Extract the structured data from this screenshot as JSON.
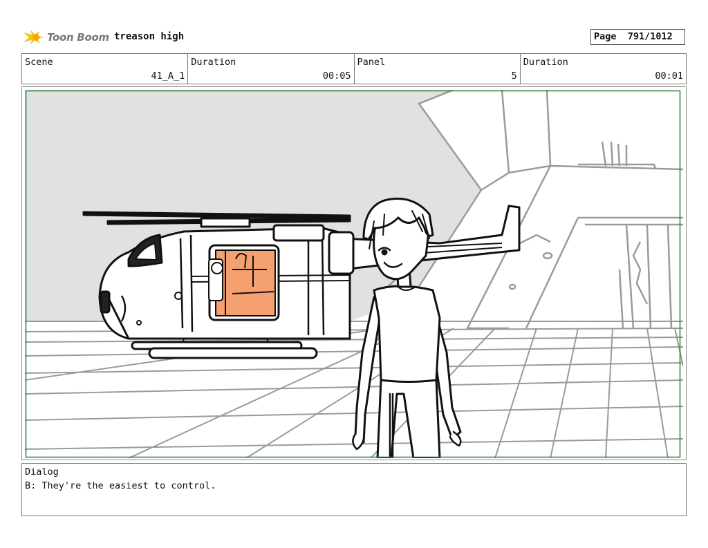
{
  "header": {
    "brand": "Toon Boom",
    "project_title": "treason high",
    "page_label": "Page",
    "page_number": "791/1012"
  },
  "info": {
    "scene_label": "Scene",
    "scene_value": "41_A_1",
    "scene_duration_label": "Duration",
    "scene_duration_value": "00:05",
    "panel_label": "Panel",
    "panel_value": "5",
    "panel_duration_label": "Duration",
    "panel_duration_value": "00:01"
  },
  "panel_art": {
    "description_icons": [
      "helicopter",
      "character",
      "hangar-grid"
    ],
    "colors": {
      "sky": "#e1e1e1",
      "cargo": "#f4a070",
      "frame": "#2e7d32",
      "lines": "#9a9a9a"
    }
  },
  "dialog": {
    "label": "Dialog",
    "text": "B: They're the easiest to control."
  }
}
